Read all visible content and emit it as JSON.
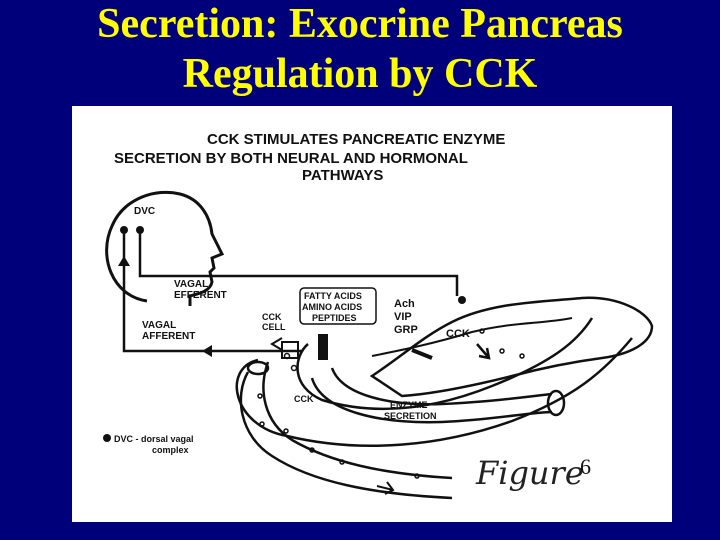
{
  "slide": {
    "title_line1": "Secretion: Exocrine Pancreas",
    "title_line2": "Regulation by CCK",
    "title_color": "#ffff00",
    "background_color": "#00007a"
  },
  "figure": {
    "heading_line1": "CCK STIMULATES PANCREATIC ENZYME",
    "heading_line2": "SECRETION BY BOTH NEURAL AND HORMONAL",
    "heading_line3": "PATHWAYS",
    "labels": {
      "dvc": "DVC",
      "vagal_efferent_1": "VAGAL",
      "vagal_efferent_2": "EFFERENT",
      "vagal_afferent_1": "VAGAL",
      "vagal_afferent_2": "AFFERENT",
      "cck_cell_1": "CCK",
      "cck_cell_2": "CELL",
      "stimulus_1": "FATTY ACIDS",
      "stimulus_2": "AMINO ACIDS",
      "stimulus_3": "PEPTIDES",
      "transmitter_1": "Ach",
      "transmitter_2": "VIP",
      "transmitter_3": "GRP",
      "cck_pancreas": "CCK",
      "cck_blood": "CCK",
      "enzyme_1": "ENZYME",
      "enzyme_2": "SECRETION",
      "legend_line1": "DVC - dorsal vagal",
      "legend_line2": "complex",
      "figure_caption": "Figure",
      "figure_number": "6"
    }
  }
}
